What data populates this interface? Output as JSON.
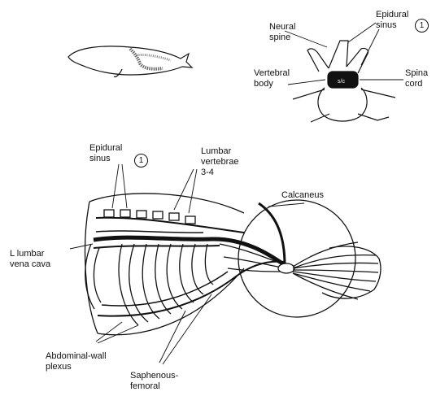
{
  "labels": {
    "neural_spine_1": "Neural",
    "neural_spine_2": "spine",
    "epidural_top_1": "Epidural",
    "epidural_top_2": "sinus",
    "marker_top": "1",
    "spinal_1": "Spina",
    "spinal_2": "cord",
    "vertebral_1": "Vertebral",
    "vertebral_2": "body",
    "epidural_low_1": "Epidural",
    "epidural_low_2": "sinus",
    "marker_low": "1",
    "lumbar_1": "Lumbar",
    "lumbar_2": "vertebrae",
    "lumbar_3": "3-4",
    "calcaneus": "Calcaneus",
    "l_lumbar_1": "L lumbar",
    "l_lumbar_2": "vena cava",
    "abdominal_1": "Abdominal-wall",
    "abdominal_2": "plexus",
    "saphenous_1": "Saphenous-",
    "saphenous_2": "femoral"
  },
  "colors": {
    "ink": "#111111",
    "paper": "#ffffff",
    "stipple": "#555555"
  }
}
